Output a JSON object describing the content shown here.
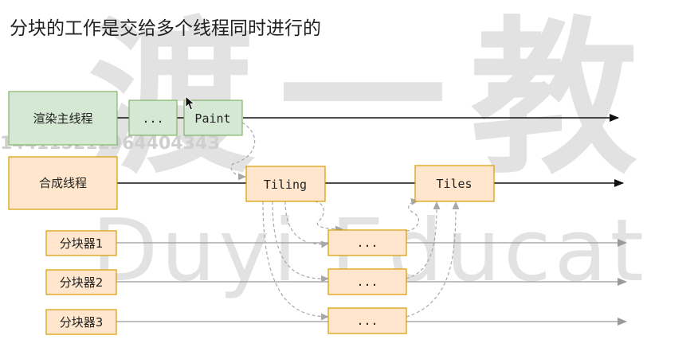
{
  "title": "分块的工作是交给多个线程同时进行的",
  "watermark": {
    "big": "渡一教",
    "sub": "Duyi Educat",
    "id": "14411521296440434З"
  },
  "threads": {
    "main": "渲染主线程",
    "compositor": "合成线程",
    "tiler1": "分块器1",
    "tiler2": "分块器2",
    "tiler3": "分块器3"
  },
  "nodes": {
    "ellipsis": "...",
    "paint": "Paint",
    "tiling": "Tiling",
    "tiles": "Tiles",
    "worker1": "...",
    "worker2": "...",
    "worker3": "..."
  },
  "colors": {
    "green_fill": "#d5e8d4",
    "green_stroke": "#82b366",
    "orange_fill": "#ffe6cc",
    "orange_stroke": "#d79b00",
    "line_dark": "#111111",
    "line_gray": "#9a9a9a",
    "dashed": "#a8a8a8"
  }
}
